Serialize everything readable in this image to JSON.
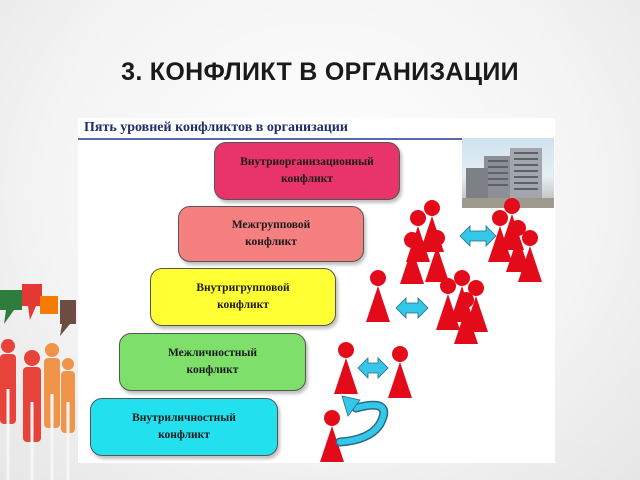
{
  "slide": {
    "title": "3. КОНФЛИКТ В ОРГАНИЗАЦИИ"
  },
  "diagram": {
    "title": "Пять уровней конфликтов в организации",
    "levels": [
      {
        "label": "Внутриорганизационный\nконфликт",
        "color": "#e8336b"
      },
      {
        "label": "Межгрупповой\nконфликт",
        "color": "#f67f7f"
      },
      {
        "label": "Внутригрупповой\nконфликт",
        "color": "#ffff33"
      },
      {
        "label": "Межличностный\nконфликт",
        "color": "#7ee06a"
      },
      {
        "label": "Внутриличностный\nконфликт",
        "color": "#22e0ee"
      }
    ],
    "figure_color": "#e30b1a",
    "arrow_color": "#33c8e8",
    "icons": [
      "building-photo",
      "person-icon",
      "double-arrow-icon",
      "curved-arrow-icon"
    ]
  }
}
